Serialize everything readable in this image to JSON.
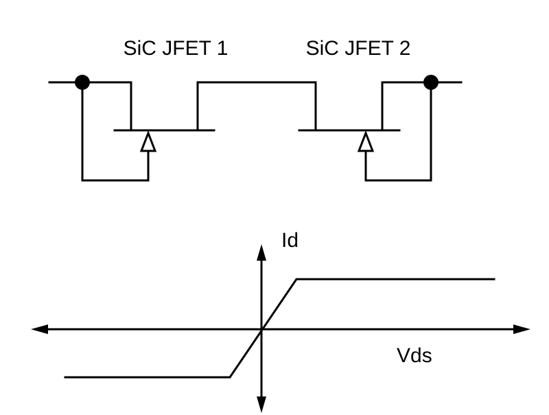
{
  "circuit": {
    "jfet1_label": "SiC JFET 1",
    "jfet2_label": "SiC JFET 2"
  },
  "characteristic": {
    "y_axis_label": "Id",
    "x_axis_label": "Vds"
  },
  "colors": {
    "ink": "#000000",
    "background": "#ffffff"
  }
}
